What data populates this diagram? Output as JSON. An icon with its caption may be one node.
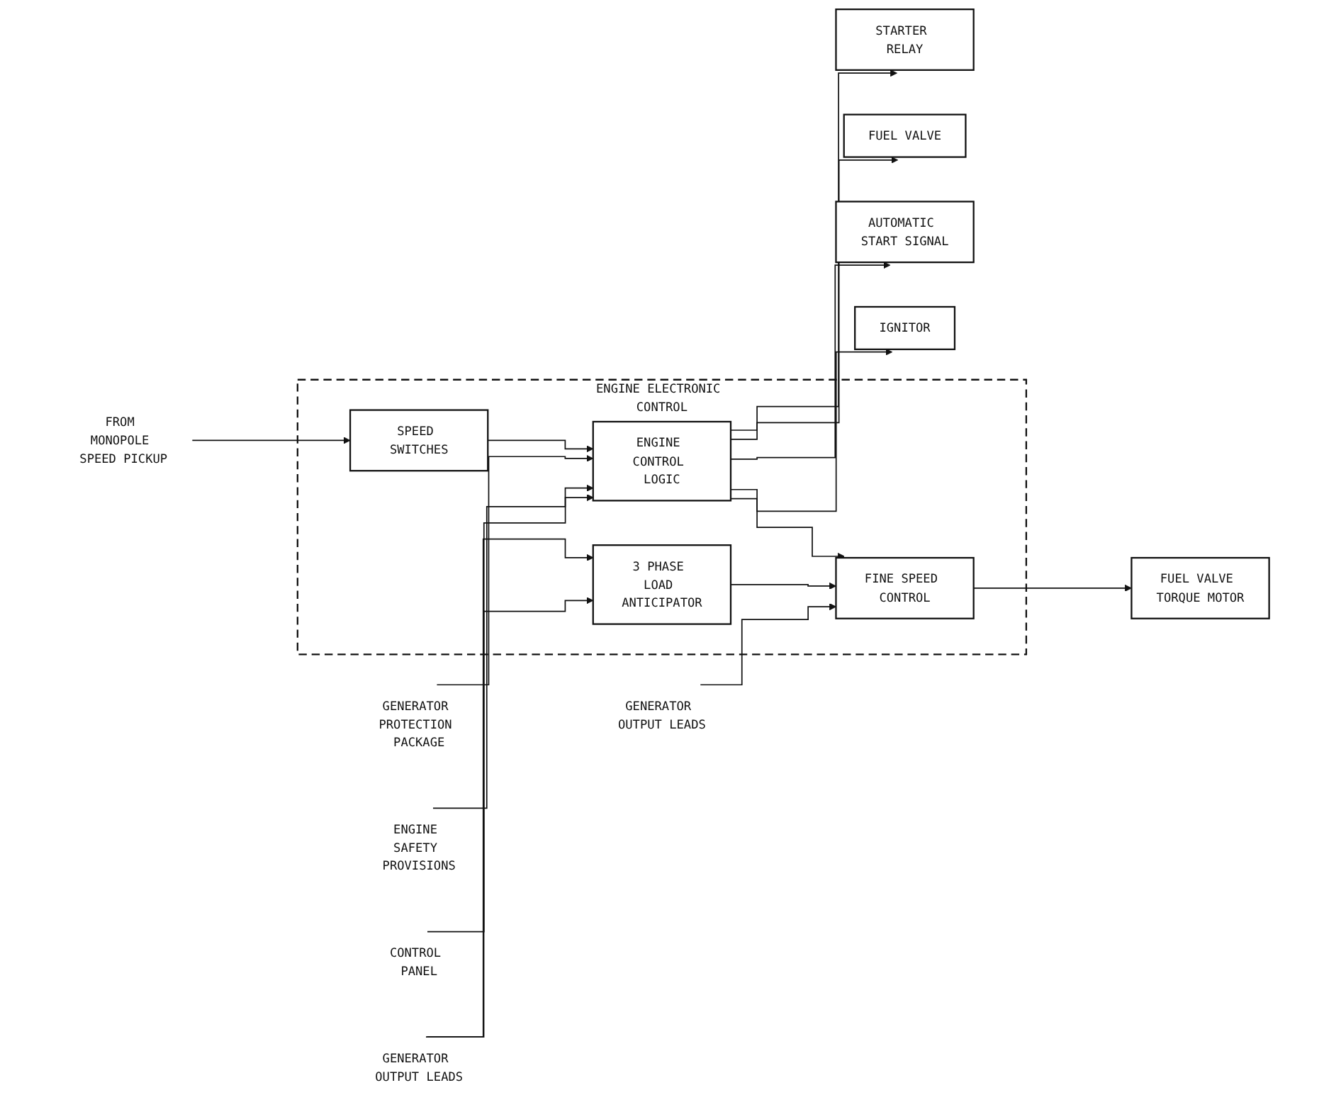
{
  "diagram": {
    "nodes": [
      {
        "text": [
          "ENGINE ELECTRONIC CONTROL"
        ]
      },
      {
        "text": [
          "3 PHASE LOAD ANTICIPATOR"
        ],
        "in": 0
      },
      {
        "text": [
          "SPEED SWITCHES"
        ],
        "in": 0
      },
      {
        "text": [
          "FINE SPEED CONTROL"
        ],
        "in": 0
      },
      {
        "text": [
          "ENGINE CONTROL LOGIC"
        ],
        "in": 0
      },
      {
        "text": [
          "GENERATOR PROTECTION PACKAGE"
        ]
      },
      {
        "text": [
          "ENGINE SAFETY PROVISIONS"
        ]
      },
      {
        "text": [
          "CONTROL PANEL"
        ]
      },
      {
        "text": [
          "FROM MONOPOLE SPEED PICKUP"
        ]
      },
      {
        "text": [
          "GENERATOR OUTPUT LEADS"
        ]
      },
      {
        "text": [
          "GENERATOR OUTPUT LEADS"
        ]
      },
      {
        "text": [
          "FUEL VALVE TORQUE MOTOR"
        ]
      },
      {
        "text": [
          "IGNITOR"
        ]
      },
      {
        "text": [
          "STARTER RELAY"
        ]
      },
      {
        "text": [
          "AUTOMATIC START SIGNAL"
        ]
      },
      {
        "text": [
          "FUEL VALVE"
        ]
      }
    ],
    "edges": [
      {
        "from": 8,
        "to": 2,
        "arrow": "to"
      },
      {
        "from": 7,
        "to": 4,
        "arrow": "to"
      },
      {
        "from": 5,
        "to": 4,
        "arrow": "to"
      },
      {
        "from": 6,
        "to": 4,
        "arrow": "to"
      },
      {
        "from": 9,
        "to": 1,
        "arrow": "to"
      },
      {
        "from": 9,
        "to": 1,
        "arrow": "to"
      },
      {
        "from": 10,
        "to": 3,
        "arrow": "to"
      },
      {
        "from": 1,
        "to": 3,
        "arrow": "to"
      },
      {
        "from": 2,
        "to": 4,
        "arrow": "to"
      },
      {
        "from": 4,
        "to": 3,
        "arrow": "to"
      },
      {
        "from": 3,
        "to": 11,
        "arrow": "to"
      },
      {
        "from": 4,
        "to": 12,
        "arrow": "to"
      },
      {
        "from": 4,
        "to": 14,
        "arrow": "to"
      },
      {
        "from": 4,
        "to": 15,
        "arrow": "to"
      },
      {
        "from": 4,
        "to": 13,
        "arrow": "to"
      }
    ]
  }
}
